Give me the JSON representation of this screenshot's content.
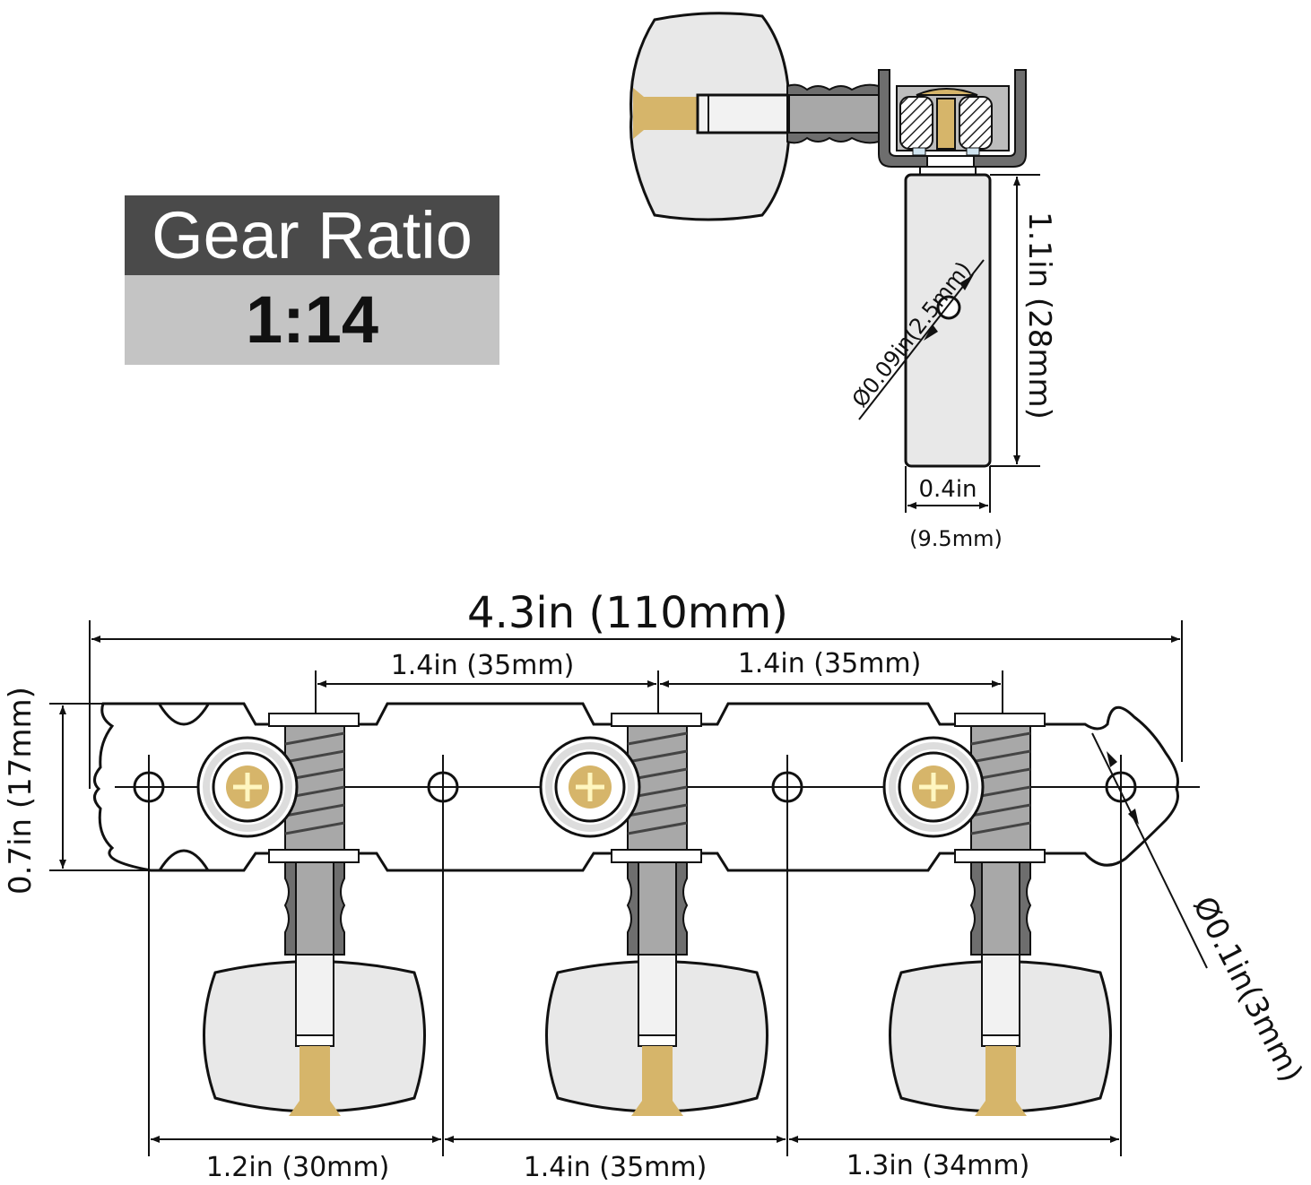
{
  "gear_ratio": {
    "label": "Gear Ratio",
    "value": "1:14"
  },
  "colors": {
    "brass": "#d6b56a",
    "metal_gray": "#a8a8a8",
    "dark_gray": "#6e6e6e",
    "knob_fill": "#e8e8e8",
    "washer_blue": "#d0e4f0",
    "badge_dark": "#4a4a4a",
    "badge_light": "#c4c4c4"
  },
  "side_view": {
    "post_height": "1.1in (28mm)",
    "post_hole_diameter": "Ø0.09in(2.5mm)",
    "post_width_in": "0.4in",
    "post_width_mm": "(9.5mm)"
  },
  "front_view": {
    "overall_length": "4.3in (110mm)",
    "post_spacing": [
      "1.4in (35mm)",
      "1.4in (35mm)"
    ],
    "plate_height": "0.7in (17mm)",
    "mounting_hole_diameter": "Ø0.1in(3mm)",
    "hole_spacing": [
      "1.2in (30mm)",
      "1.4in (35mm)",
      "1.3in (34mm)"
    ],
    "tuner_count": 3
  }
}
